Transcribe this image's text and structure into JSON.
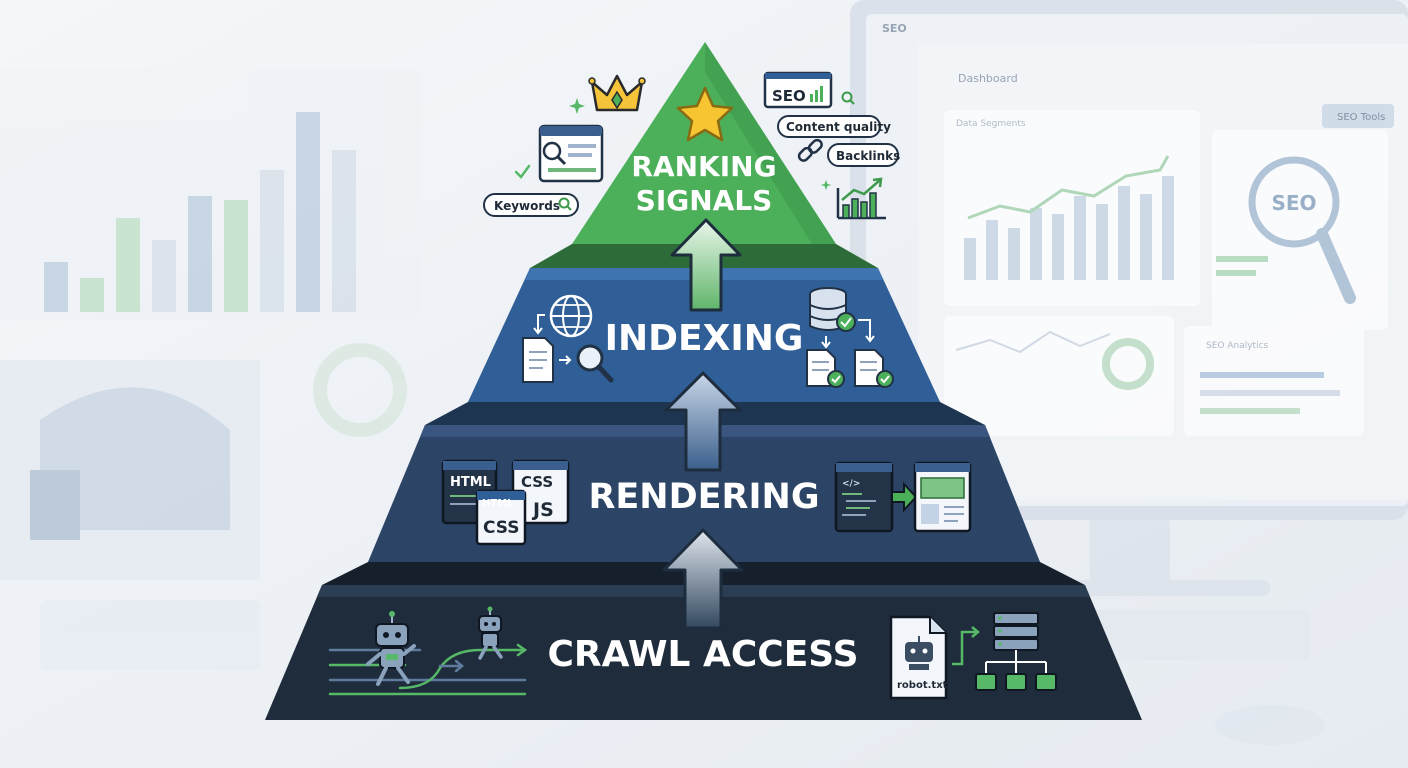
{
  "pyramid": {
    "tiers": [
      {
        "key": "ranking",
        "title_line1": "RANKING",
        "title_line2": "SIGNALS"
      },
      {
        "key": "indexing",
        "title": "INDEXING"
      },
      {
        "key": "rendering",
        "title": "RENDERING"
      },
      {
        "key": "crawl",
        "title": "CRAWL ACCESS"
      }
    ]
  },
  "ranking_callouts": {
    "seo_badge": "SEO",
    "content_quality": "Content quality",
    "backlinks": "Backlinks",
    "keywords": "Keywords"
  },
  "rendering_files": {
    "html": "HTML",
    "css": "CSS",
    "js": "JS",
    "code_snippet": "</>"
  },
  "crawl_file": {
    "robots": "robot.txt"
  },
  "background_dashboard": {
    "brand": "SEO",
    "heading": "Dashboard",
    "tools_button": "SEO Tools",
    "panel_label": "Data Segments",
    "magnifier_label": "SEO",
    "analytics_label": "SEO Analytics"
  },
  "colors": {
    "ranking": "#4caf5a",
    "indexing": "#2f5f96",
    "rendering": "#2c4466",
    "crawl": "#1e2c3c",
    "accent_green": "#57b867"
  }
}
